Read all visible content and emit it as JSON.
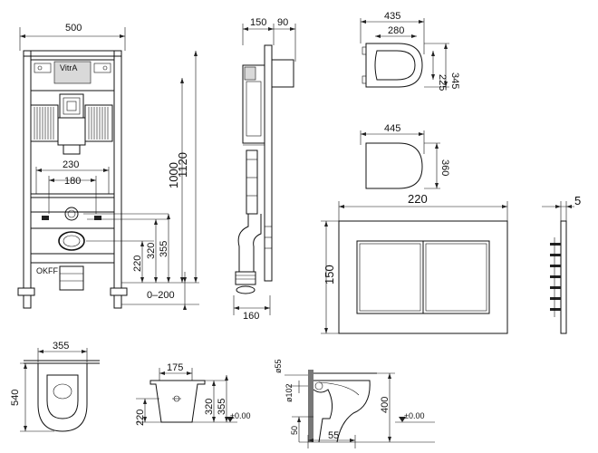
{
  "frame_front": {
    "width_label": "500",
    "height_total_label": "1120",
    "height_inner_label": "1000",
    "bolt_outer_label": "230",
    "bolt_inner_label": "180",
    "h355_label": "355",
    "h320_label": "320",
    "h220_label": "220",
    "adjust_label": "0–200",
    "brand_label": "OKFF"
  },
  "frame_side": {
    "depth_label": "150",
    "plate_label": "90",
    "bottom_label": "160"
  },
  "seat_top": {
    "outer_width_label": "435",
    "inner_width_label": "280",
    "inner_depth_label": "225",
    "outer_depth_label": "345"
  },
  "cover_top": {
    "width_label": "445",
    "depth_label": "360"
  },
  "flush_plate": {
    "width_label": "220",
    "height_label": "150"
  },
  "plate_side": {
    "thickness_label": "5"
  },
  "bowl_top": {
    "width_label": "355",
    "length_label": "540"
  },
  "bowl_front": {
    "width_label": "175",
    "h320_label": "320",
    "h355_label": "355",
    "h220_label": "220",
    "floor_label": "±0.00"
  },
  "bowl_side": {
    "pipe_label": "ø55",
    "outlet_label": "ø102",
    "h400_label": "400",
    "h50_label": "50",
    "offset_label": "55",
    "floor_label": "±0.00"
  }
}
